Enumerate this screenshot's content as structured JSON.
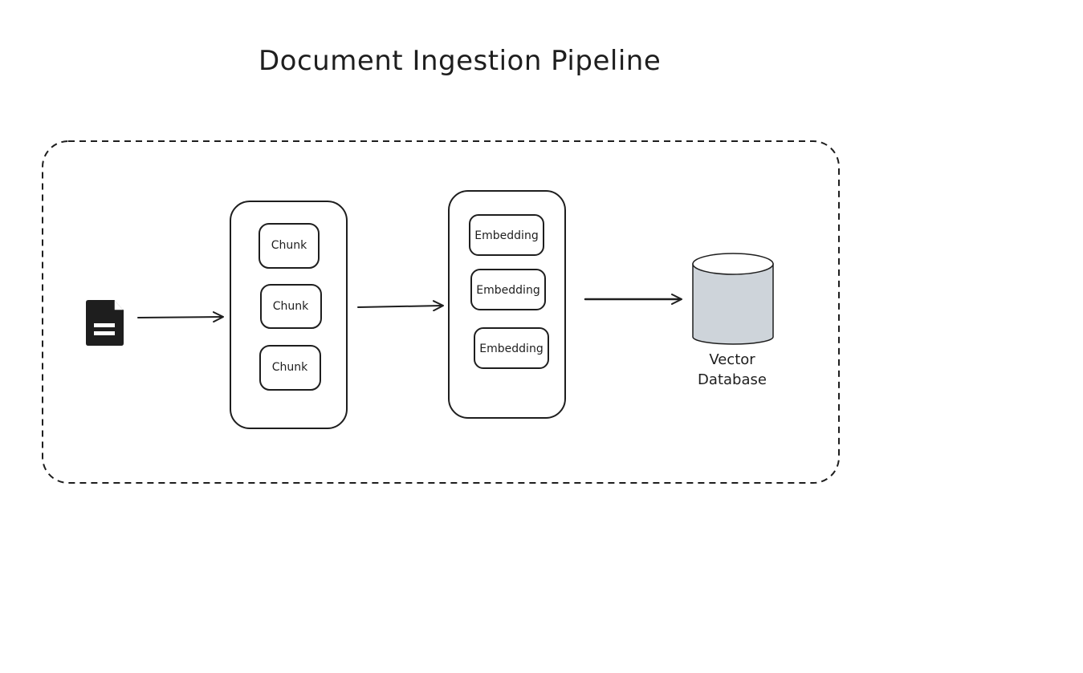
{
  "title": "Document Ingestion Pipeline",
  "document": {
    "icon": "file-text-icon"
  },
  "chunks": [
    "Chunk",
    "Chunk",
    "Chunk"
  ],
  "embeddings": [
    "Embedding",
    "Embedding",
    "Embedding"
  ],
  "database": {
    "label_line1": "Vector",
    "label_line2": "Database",
    "fill_color": "#ced4da"
  },
  "colors": {
    "stroke": "#1e1e1e",
    "background": "#ffffff"
  }
}
